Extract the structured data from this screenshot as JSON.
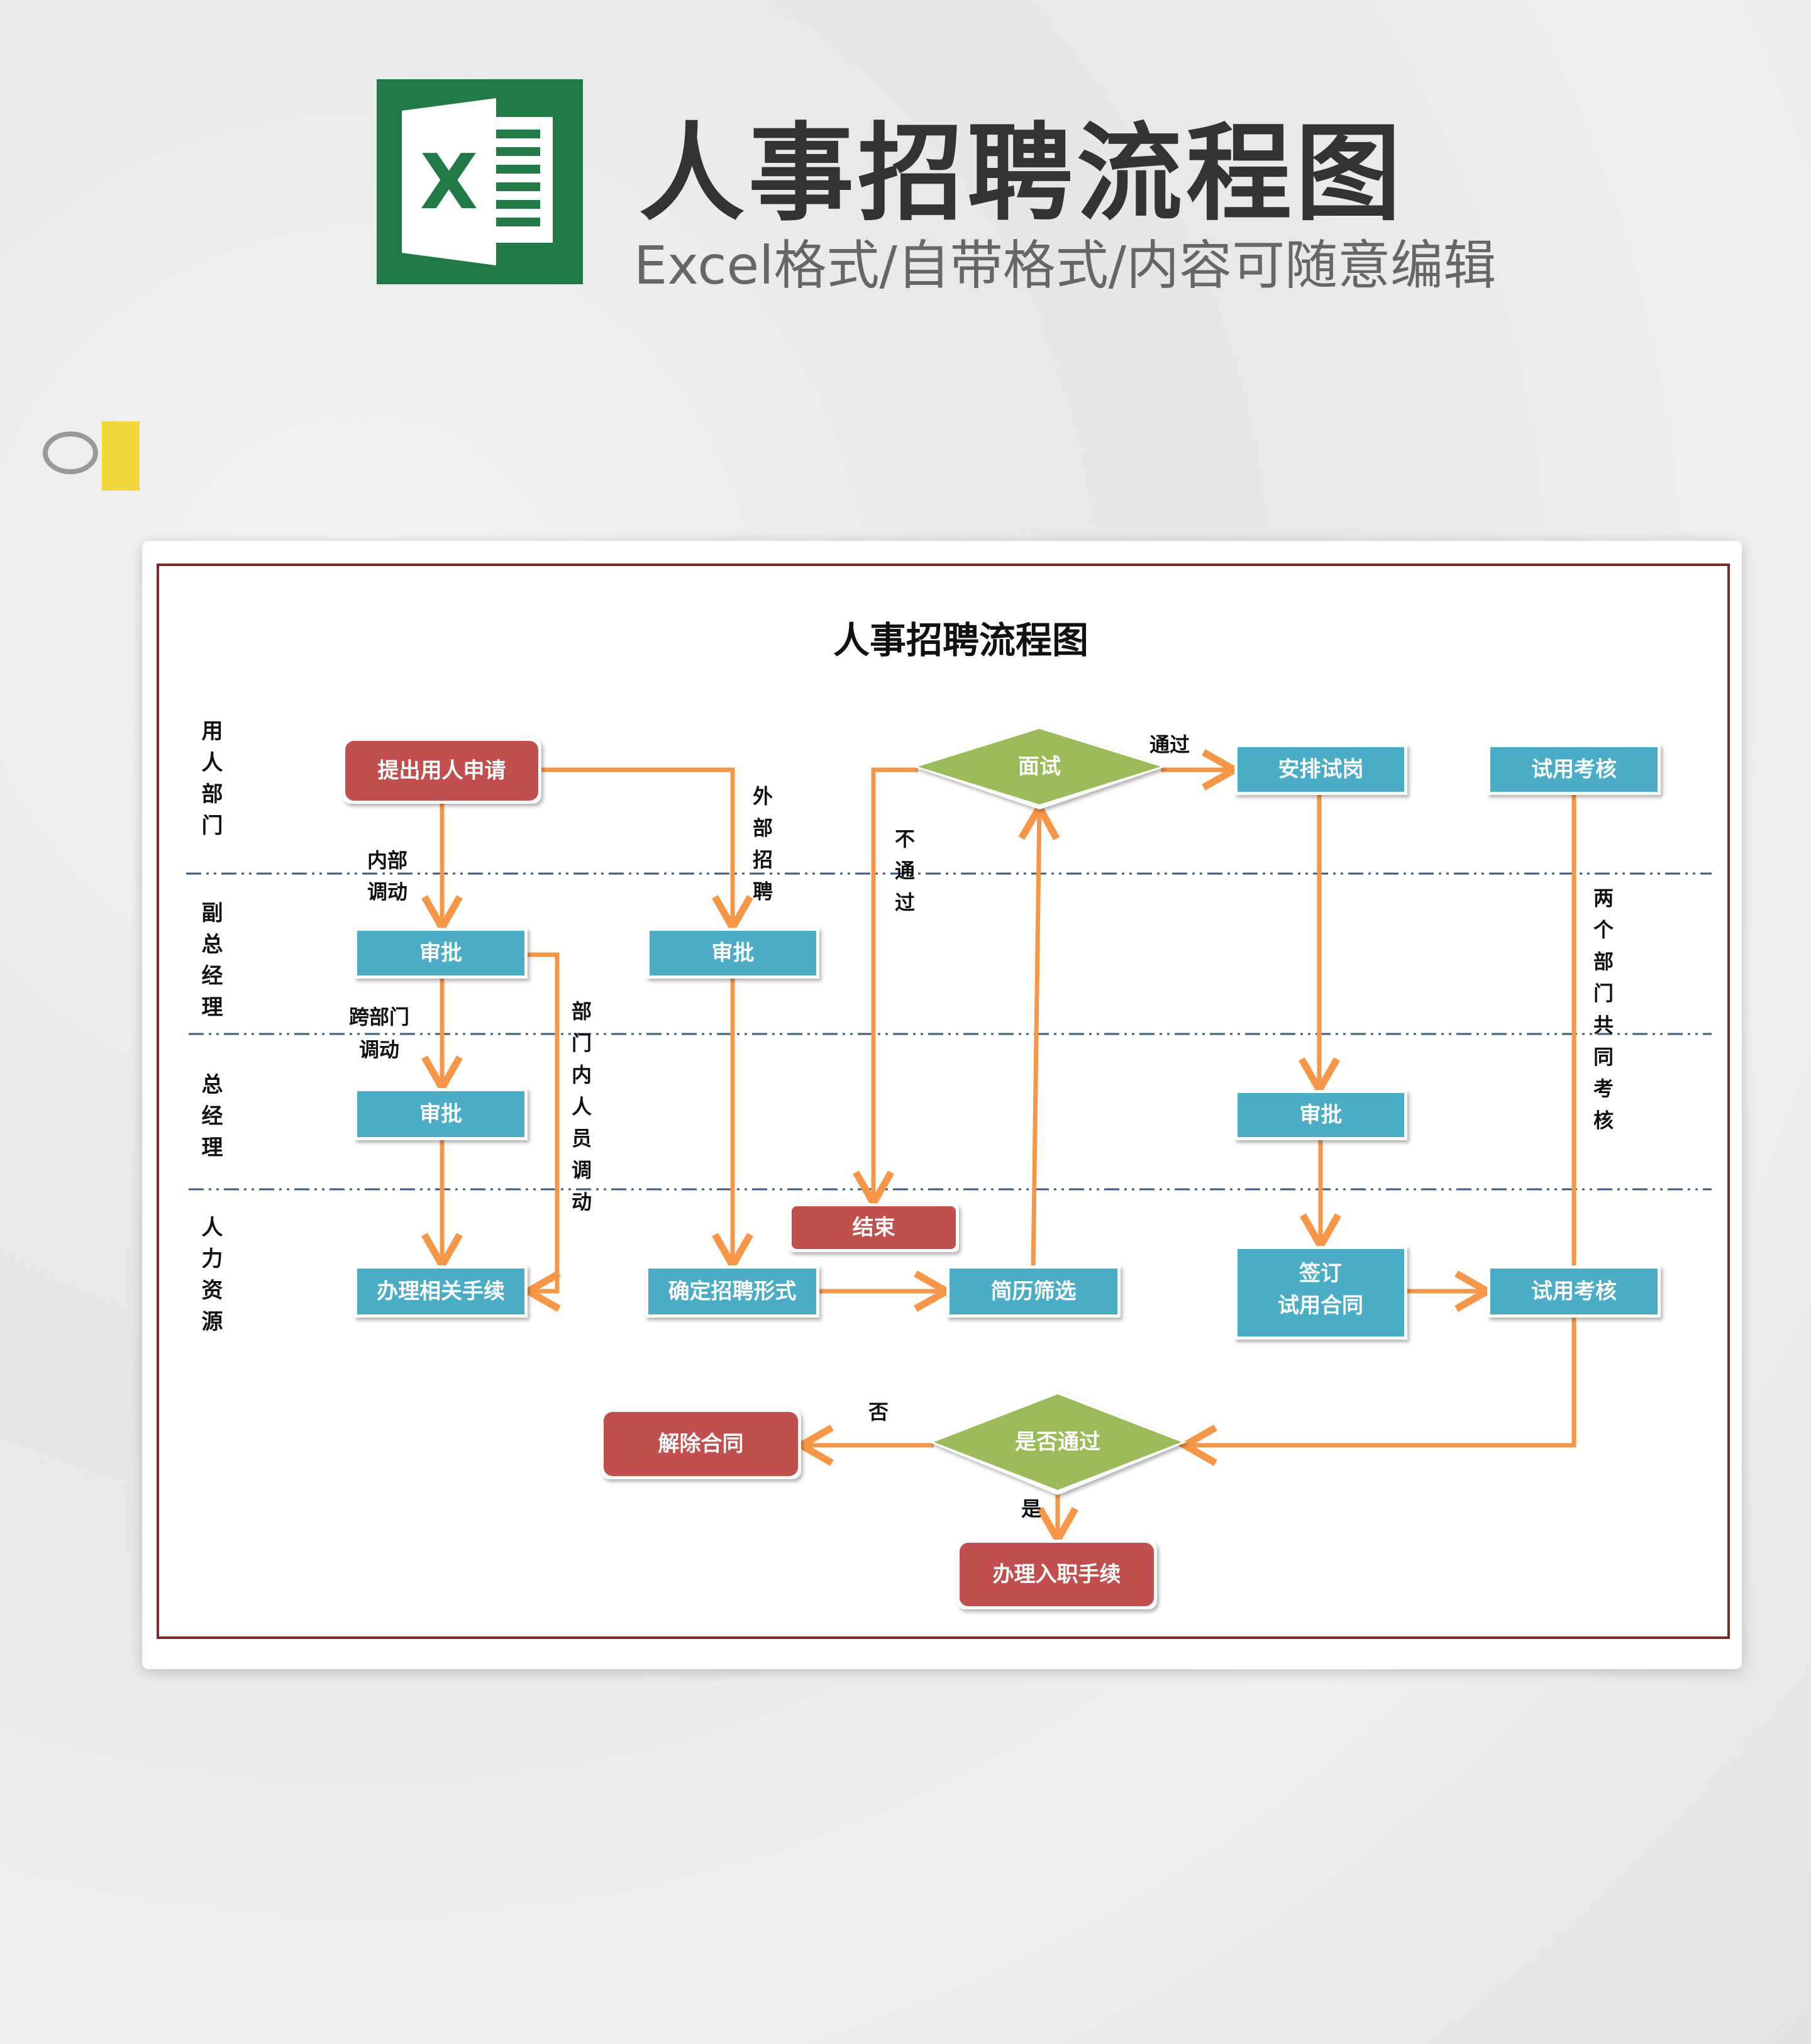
{
  "header": {
    "title": "人事招聘流程图",
    "subtitle": "Excel格式/自带格式/内容可随意编辑",
    "logo_letter": "X"
  },
  "colors": {
    "red": "#c0504d",
    "blue": "#4bacc6",
    "green": "#9bbb59",
    "arrow": "#f79646",
    "border": "#7a2a2a",
    "lane": "#3a5a8a"
  },
  "chart": {
    "title": "人事招聘流程图",
    "lanes": [
      "用人部门",
      "副总经理",
      "总经理",
      "人力资源"
    ],
    "nodes": {
      "apply": "提出用人申请",
      "approve1": "审批",
      "approve2": "审批",
      "approve3": "审批",
      "handle": "办理相关手续",
      "decide": "确定招聘形式",
      "end": "结束",
      "screen": "简历筛选",
      "interview": "面试",
      "trial_arrange": "安排试岗",
      "trial_eval_top": "试用考核",
      "approve4": "审批",
      "sign_1": "签订",
      "sign_2": "试用合同",
      "trial_eval_bottom": "试用考核",
      "pass_q": "是否通过",
      "terminate": "解除合同",
      "onboard": "办理入职手续"
    },
    "labels": {
      "internal_1": "内部",
      "internal_2": "调动",
      "cross_1": "跨部门",
      "cross_2": "调动",
      "external": "外部招聘",
      "dept_transfer": "部门内人员调动",
      "fail": "不通过",
      "pass": "通过",
      "joint": "两个部门共同考核",
      "no": "否",
      "yes": "是"
    }
  }
}
